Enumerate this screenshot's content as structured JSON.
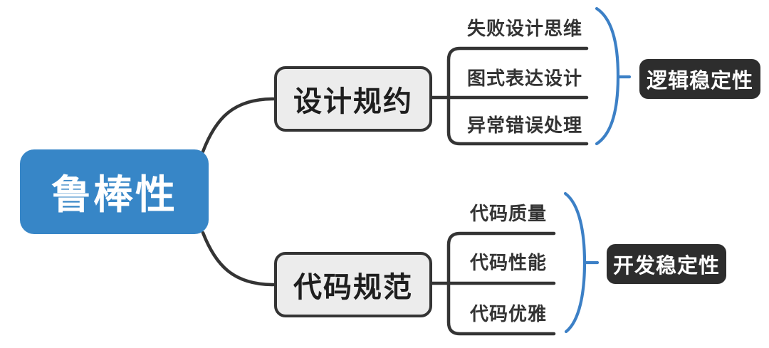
{
  "root": {
    "label": "鲁棒性"
  },
  "branches": [
    {
      "label": "设计规约",
      "children": [
        {
          "label": "失败设计思维"
        },
        {
          "label": "图式表达设计"
        },
        {
          "label": "异常错误处理"
        }
      ],
      "summary": {
        "label": "逻辑稳定性"
      }
    },
    {
      "label": "代码规范",
      "children": [
        {
          "label": "代码质量"
        },
        {
          "label": "代码性能"
        },
        {
          "label": "代码优雅"
        }
      ],
      "summary": {
        "label": "开发稳定性"
      }
    }
  ],
  "colors": {
    "background": "#ffffff",
    "root_fill": "#3786c7",
    "root_text": "#ffffff",
    "branch_fill": "#ececec",
    "branch_border": "#343434",
    "connector_line": "#343434",
    "brace": "#3c80c6",
    "summary_fill": "#2d2d2d",
    "summary_text": "#ffffff",
    "child_text": "#333333"
  }
}
